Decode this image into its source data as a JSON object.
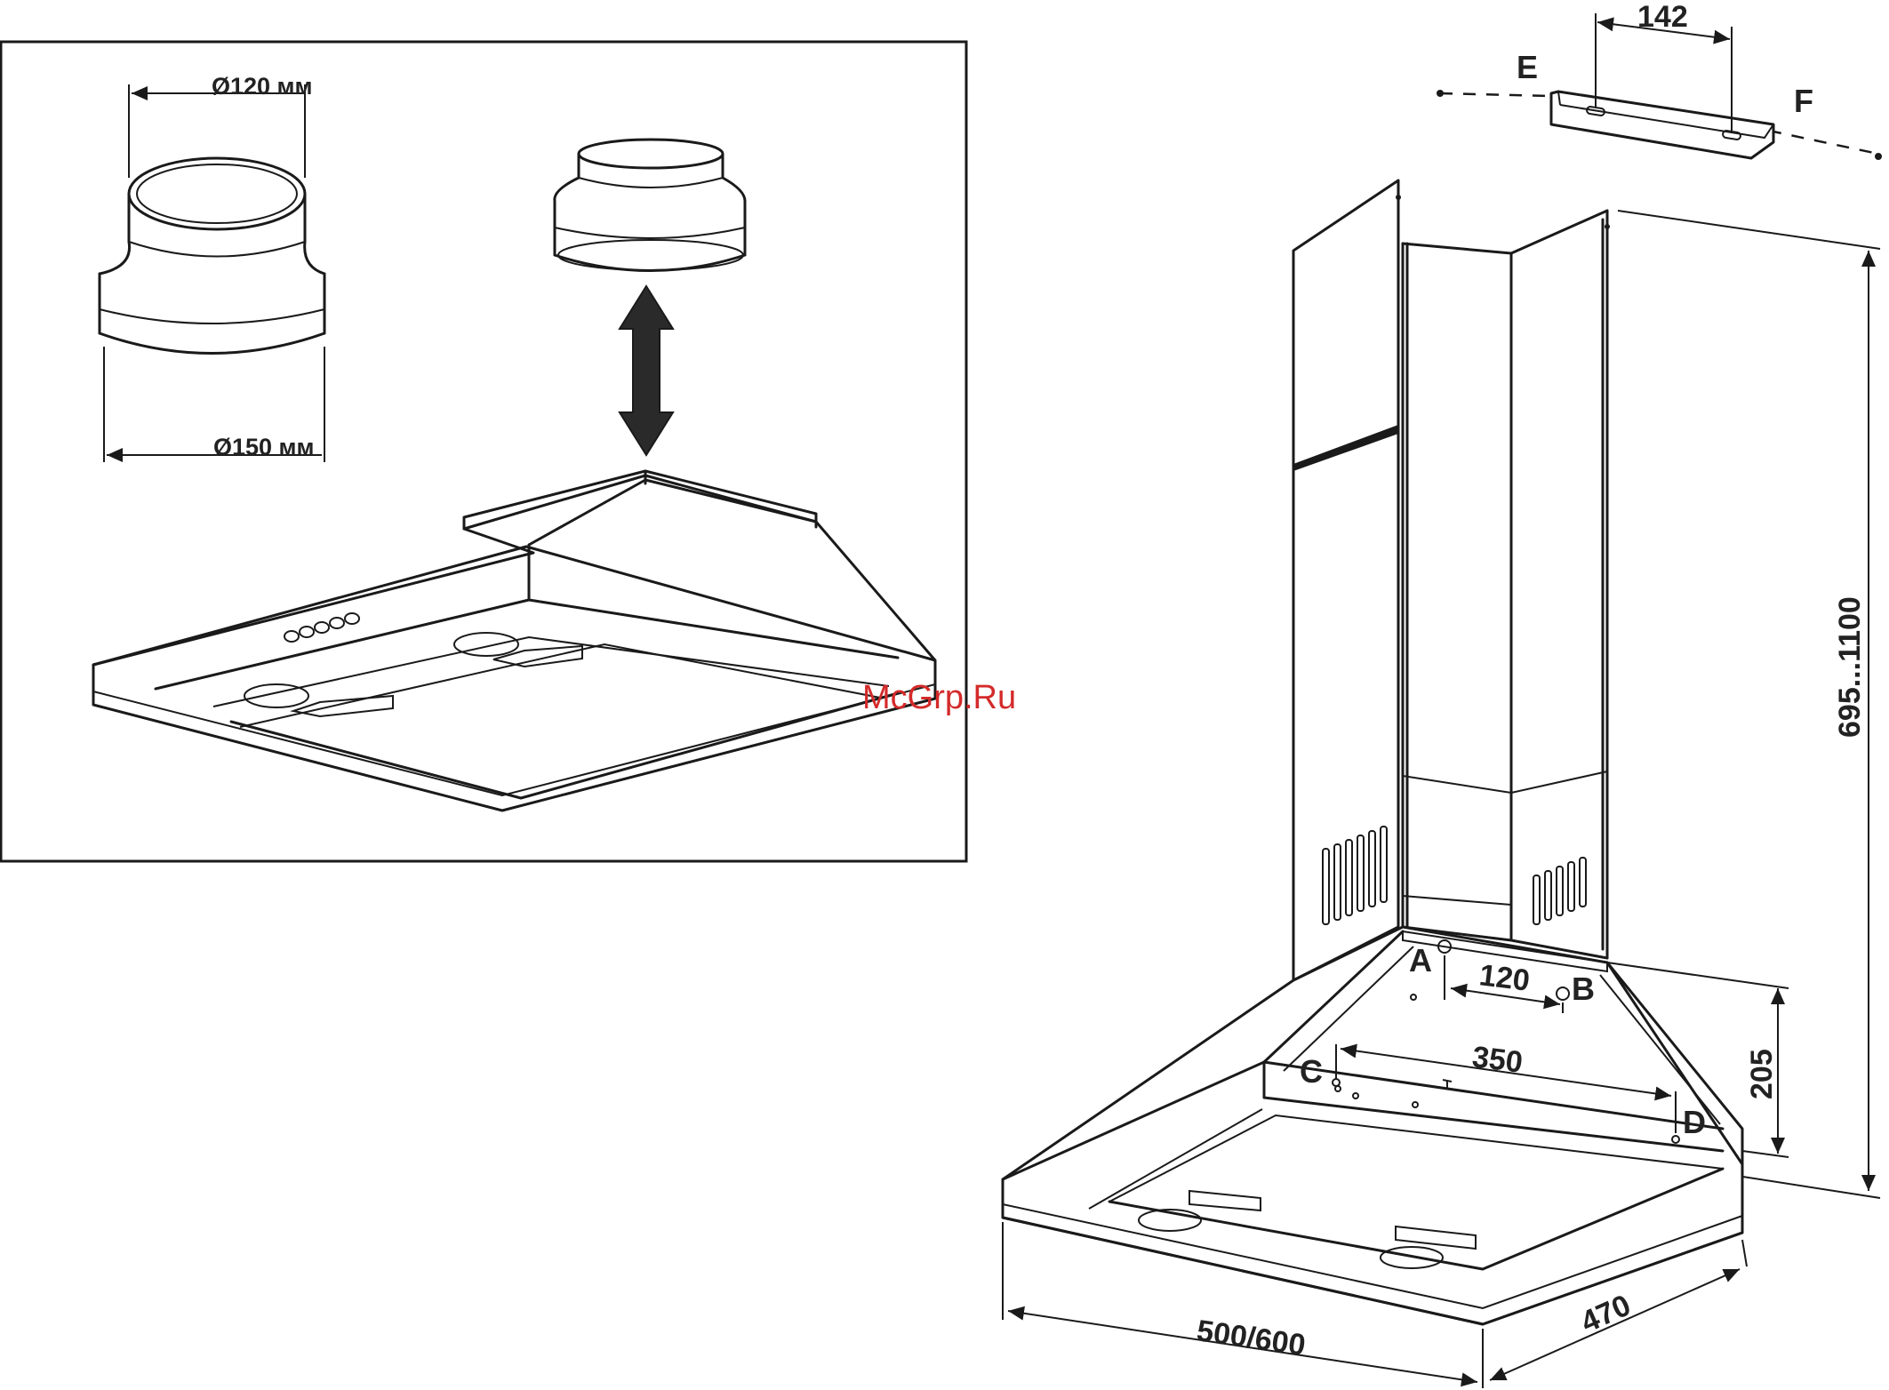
{
  "panel_left": {
    "reducer_small_diameter": "Ø120 мм",
    "reducer_large_diameter": "Ø150 мм"
  },
  "panel_right": {
    "bracket_width": "142",
    "bracket_end_left": "E",
    "bracket_end_right": "F",
    "chimney_height_range": "695...1100",
    "hole_a": "A",
    "hole_b": "B",
    "hole_c": "C",
    "hole_d": "D",
    "ab_spacing": "120",
    "cd_spacing": "350",
    "hood_height": "205",
    "hood_width": "500/600",
    "hood_depth": "470"
  },
  "watermark": "McGrp.Ru"
}
